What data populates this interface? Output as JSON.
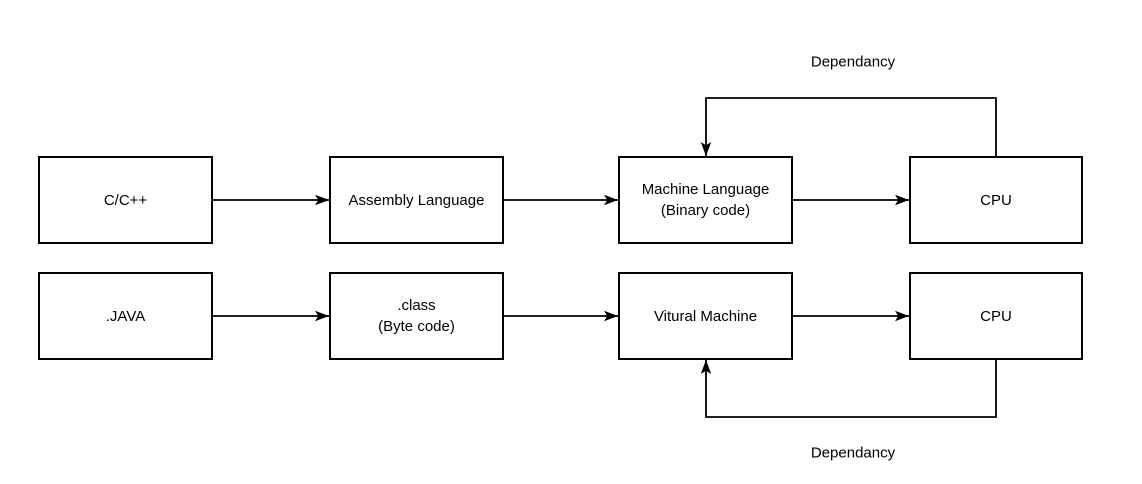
{
  "diagram": {
    "colors": {
      "background": "#ffffff",
      "stroke": "#000000",
      "text": "#000000"
    },
    "nodes": [
      {
        "id": "c-cpp",
        "label": "C/C++"
      },
      {
        "id": "assembly-language",
        "label": "Assembly Language"
      },
      {
        "id": "machine-language",
        "label": "Machine Language\n(Binary code)"
      },
      {
        "id": "cpu-top",
        "label": "CPU"
      },
      {
        "id": "java",
        "label": ".JAVA"
      },
      {
        "id": "class-bytecode",
        "label": ".class\n(Byte code)"
      },
      {
        "id": "vitural-machine",
        "label": "Vitural Machine"
      },
      {
        "id": "cpu-bottom",
        "label": "CPU"
      }
    ],
    "labels": [
      {
        "id": "dependancy-top",
        "text": "Dependancy"
      },
      {
        "id": "dependancy-bottom",
        "text": "Dependancy"
      }
    ],
    "edges": [
      {
        "from": "C/C++",
        "to": "Assembly Language"
      },
      {
        "from": "Assembly Language",
        "to": "Machine Language (Binary code)"
      },
      {
        "from": "Machine Language (Binary code)",
        "to": "CPU"
      },
      {
        "from": "CPU",
        "to": "Machine Language (Binary code)",
        "label": "Dependancy"
      },
      {
        "from": ".JAVA",
        "to": ".class (Byte code)"
      },
      {
        "from": ".class (Byte code)",
        "to": "Vitural Machine"
      },
      {
        "from": "Vitural Machine",
        "to": "CPU"
      },
      {
        "from": "CPU",
        "to": "Vitural Machine",
        "label": "Dependancy"
      }
    ]
  }
}
